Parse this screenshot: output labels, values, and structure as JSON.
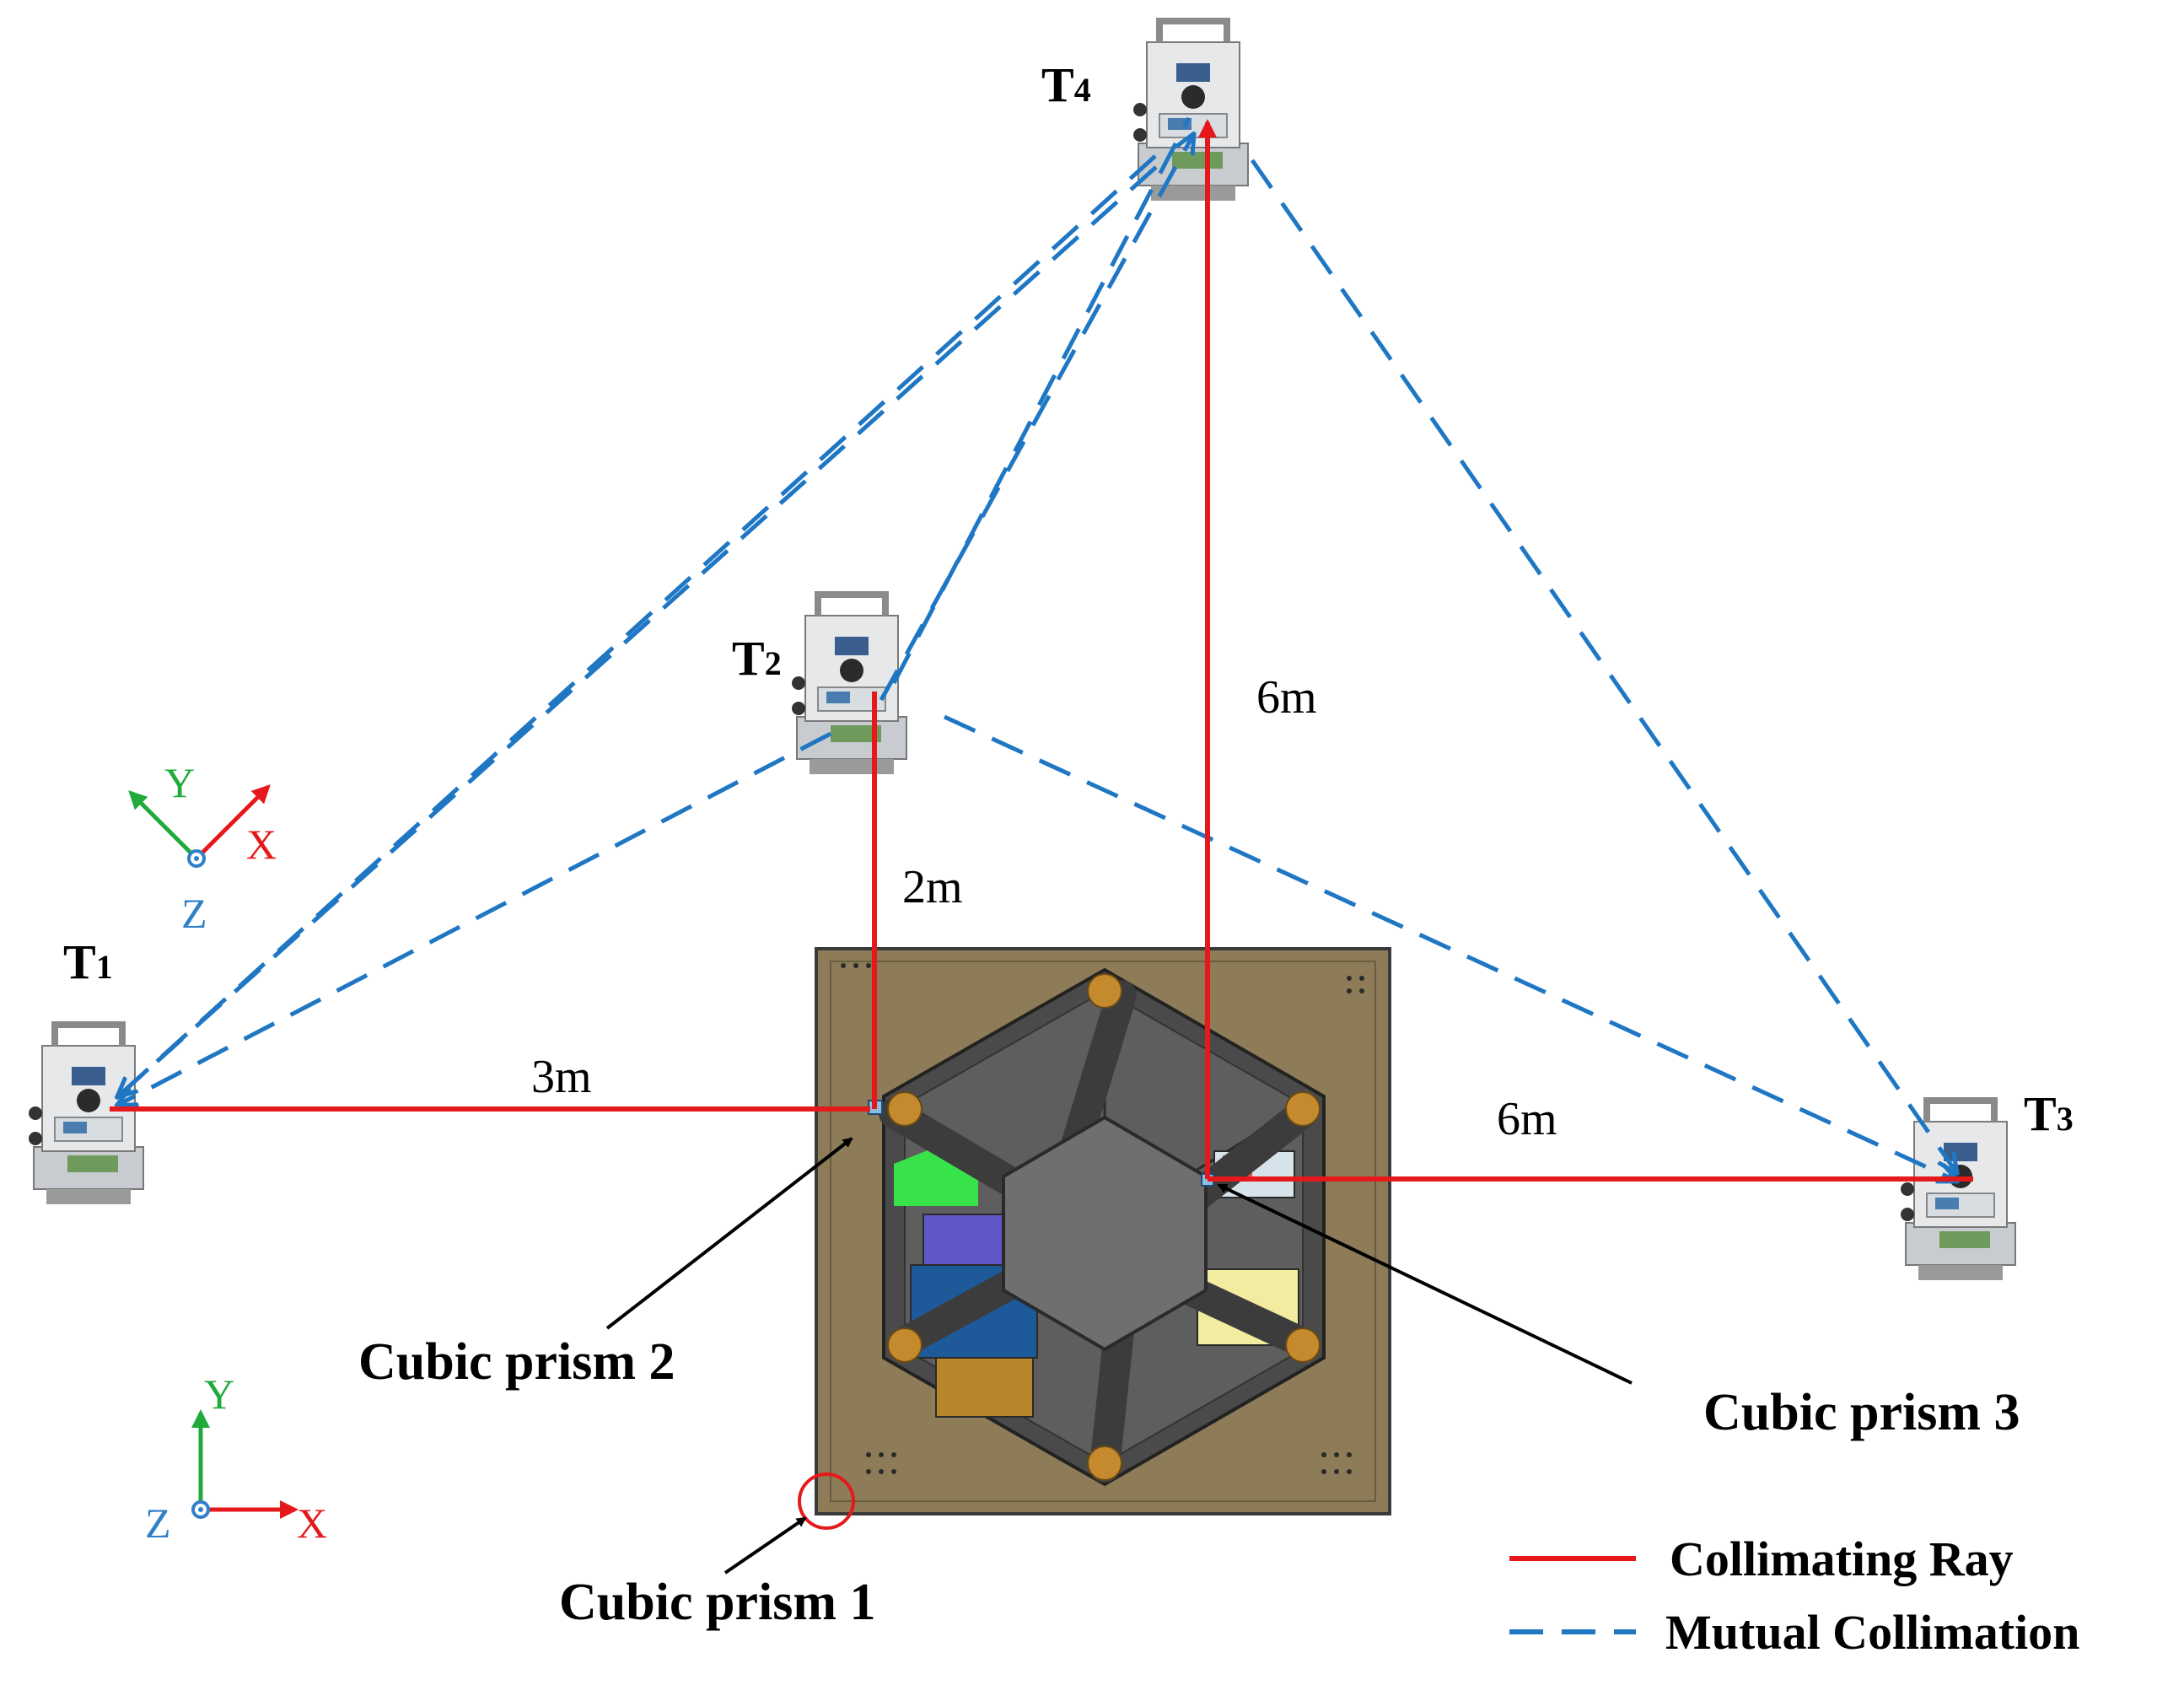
{
  "stations": {
    "t1": {
      "letter": "T",
      "sub": "1"
    },
    "t2": {
      "letter": "T",
      "sub": "2"
    },
    "t3": {
      "letter": "T",
      "sub": "3"
    },
    "t4": {
      "letter": "T",
      "sub": "4"
    }
  },
  "distances": {
    "t1_prism2": "3m",
    "t2_prism2": "2m",
    "t4_prism3": "6m",
    "t3_prism3": "6m"
  },
  "prisms": {
    "p1": "Cubic prism 1",
    "p2": "Cubic prism 2",
    "p3": "Cubic prism 3"
  },
  "axes_upper": {
    "x": "X",
    "y": "Y",
    "z": "Z"
  },
  "axes_lower": {
    "x": "X",
    "y": "Y",
    "z": "Z"
  },
  "legend": {
    "collimating": "Collimating Ray",
    "mutual": "Mutual Collimation"
  },
  "colors": {
    "collimating_ray": "#e5191b",
    "mutual_collimation": "#1f77c4",
    "axis_x": "#e5191b",
    "axis_y": "#1faa3a",
    "axis_z": "#2f80c8",
    "platform": "#8d7c57",
    "hexagon": "#6f6f6f"
  }
}
